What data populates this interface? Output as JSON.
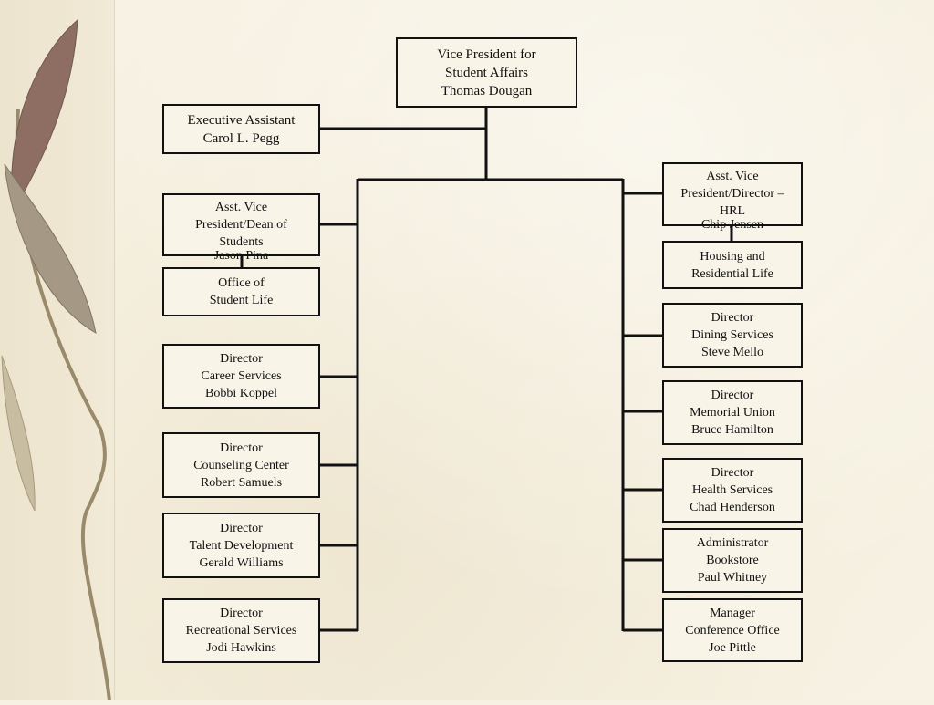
{
  "chart": {
    "vp": [
      "Vice President for",
      "Student Affairs",
      "Thomas Dougan"
    ],
    "exec_assistant": [
      "Executive Assistant",
      "Carol L. Pegg"
    ],
    "left": {
      "dean": [
        "Asst. Vice",
        "President/Dean of",
        "Students",
        "Jason Pina"
      ],
      "student_life": [
        "Office of",
        "Student Life"
      ],
      "career": [
        "Director",
        "Career Services",
        "Bobbi Koppel"
      ],
      "counseling": [
        "Director",
        "Counseling Center",
        "Robert Samuels"
      ],
      "talent": [
        "Director",
        "Talent Development",
        "Gerald Williams"
      ],
      "recreation": [
        "Director",
        "Recreational Services",
        "Jodi Hawkins"
      ]
    },
    "right": {
      "hrl": [
        "Asst. Vice",
        "President/Director –",
        "HRL",
        "Chip Jensen"
      ],
      "housing": [
        "Housing and",
        "Residential Life"
      ],
      "dining": [
        "Director",
        "Dining Services",
        "Steve Mello"
      ],
      "union": [
        "Director",
        "Memorial Union",
        "Bruce Hamilton"
      ],
      "health": [
        "Director",
        "Health Services",
        "Chad Henderson"
      ],
      "bookstore": [
        "Administrator",
        "Bookstore",
        "Paul Whitney"
      ],
      "conference": [
        "Manager",
        "Conference Office",
        "Joe Pittle"
      ]
    }
  }
}
